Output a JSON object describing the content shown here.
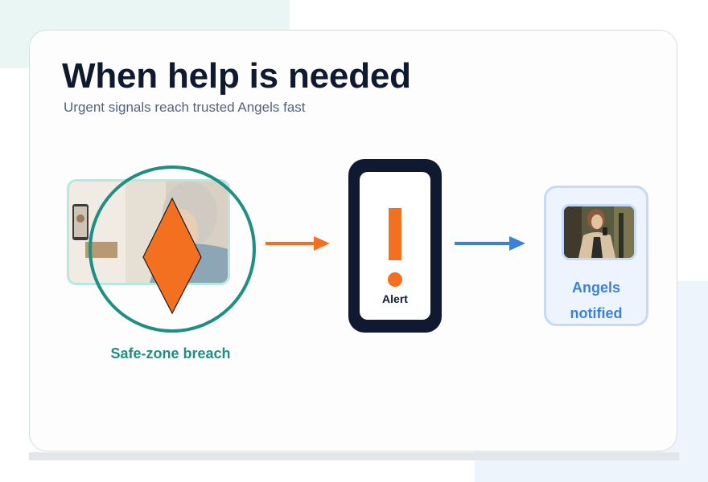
{
  "header": {
    "title": "When help is needed",
    "subtitle": "Urgent signals reach trusted Angels fast"
  },
  "steps": {
    "breach": {
      "label": "Safe-zone breach",
      "icon": "diamond-warning-icon",
      "photo": "elderly-woman-photo"
    },
    "alert": {
      "label": "Alert",
      "icon": "exclamation-icon"
    },
    "notified": {
      "label_line1": "Angels",
      "label_line2": "notified",
      "photo": "woman-with-phone-photo"
    }
  },
  "colors": {
    "title": "#0f1a30",
    "teal": "#1e8f82",
    "orange": "#f47021",
    "blue": "#3b82d6",
    "navy": "#0f1a30"
  }
}
